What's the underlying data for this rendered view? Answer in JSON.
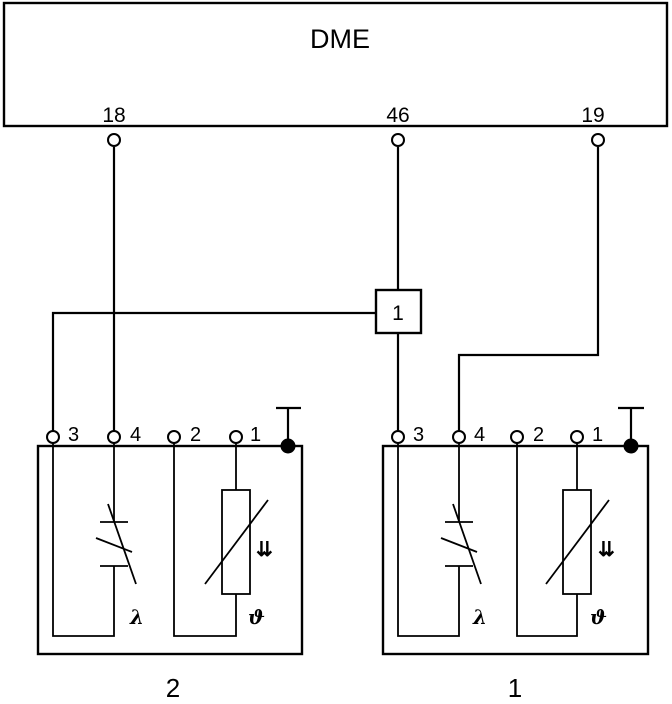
{
  "dme": {
    "label": "DME",
    "pins": [
      "18",
      "46",
      "19"
    ]
  },
  "junction": {
    "label": "1"
  },
  "sensors": [
    {
      "caption": "2",
      "terminals": [
        "3",
        "4",
        "2",
        "1"
      ],
      "lambda_symbol": "λ",
      "heater_symbol": "ϑ",
      "heat_arrows": "⇊"
    },
    {
      "caption": "1",
      "terminals": [
        "3",
        "4",
        "2",
        "1"
      ],
      "lambda_symbol": "λ",
      "heater_symbol": "ϑ",
      "heat_arrows": "⇊"
    }
  ]
}
